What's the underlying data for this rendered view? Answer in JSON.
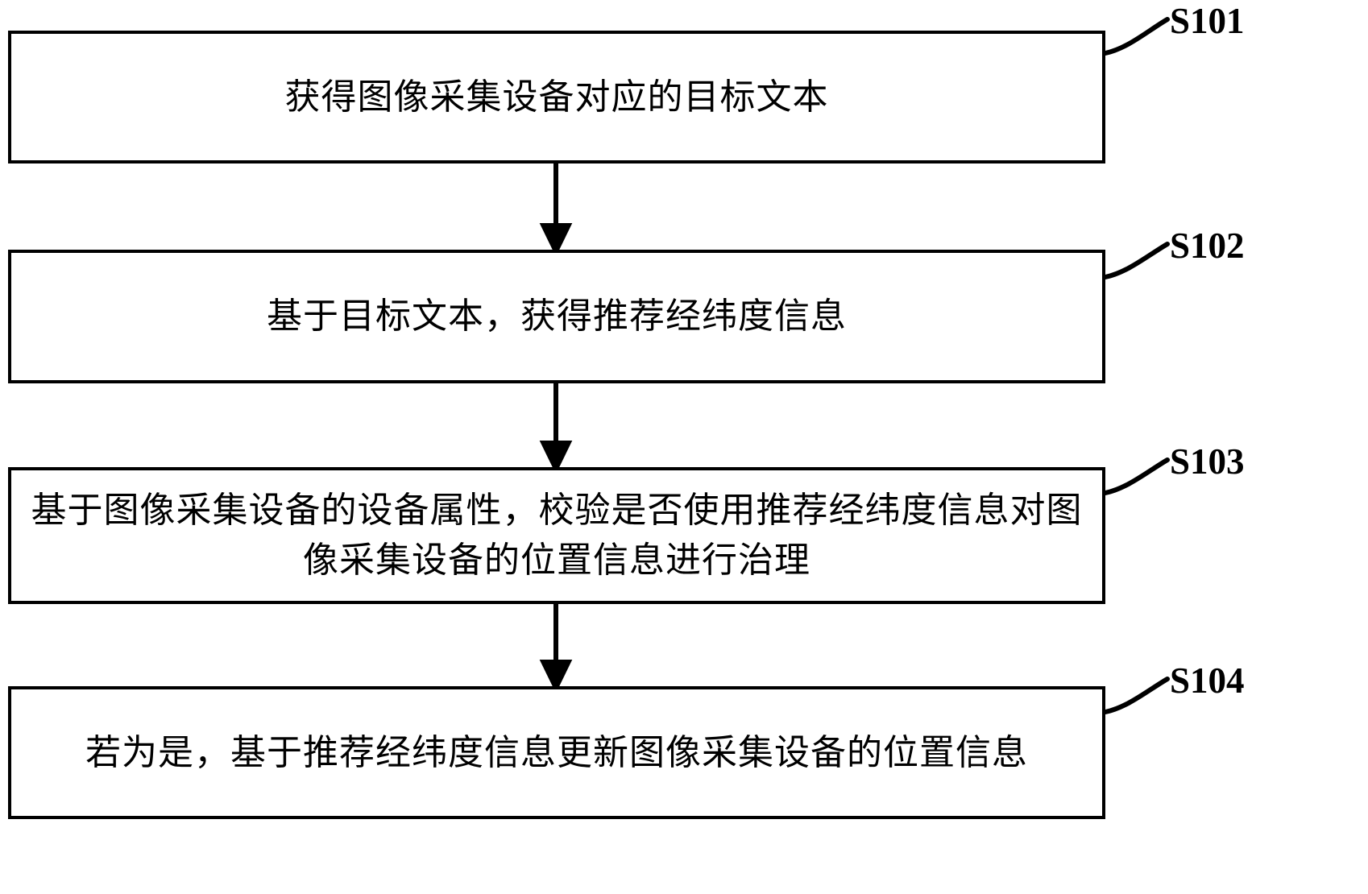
{
  "diagram": {
    "type": "flowchart",
    "orientation": "vertical",
    "title": "",
    "background_color": "#ffffff",
    "line_color": "#000000",
    "text_color": "#000000",
    "nodes": [
      {
        "id": "S101",
        "label": "S101",
        "text": "获得图像采集设备对应的目标文本",
        "shape": "rectangle"
      },
      {
        "id": "S102",
        "label": "S102",
        "text": "基于目标文本，获得推荐经纬度信息",
        "shape": "rectangle"
      },
      {
        "id": "S103",
        "label": "S103",
        "text": "基于图像采集设备的设备属性，校验是否使用推荐经纬度信息对图\n像采集设备的位置信息进行治理",
        "shape": "rectangle"
      },
      {
        "id": "S104",
        "label": "S104",
        "text": "若为是，基于推荐经纬度信息更新图像采集设备的位置信息",
        "shape": "rectangle"
      }
    ],
    "edges": [
      {
        "from": "S101",
        "to": "S102",
        "arrow": "down"
      },
      {
        "from": "S102",
        "to": "S103",
        "arrow": "down"
      },
      {
        "from": "S103",
        "to": "S104",
        "arrow": "down"
      }
    ]
  }
}
